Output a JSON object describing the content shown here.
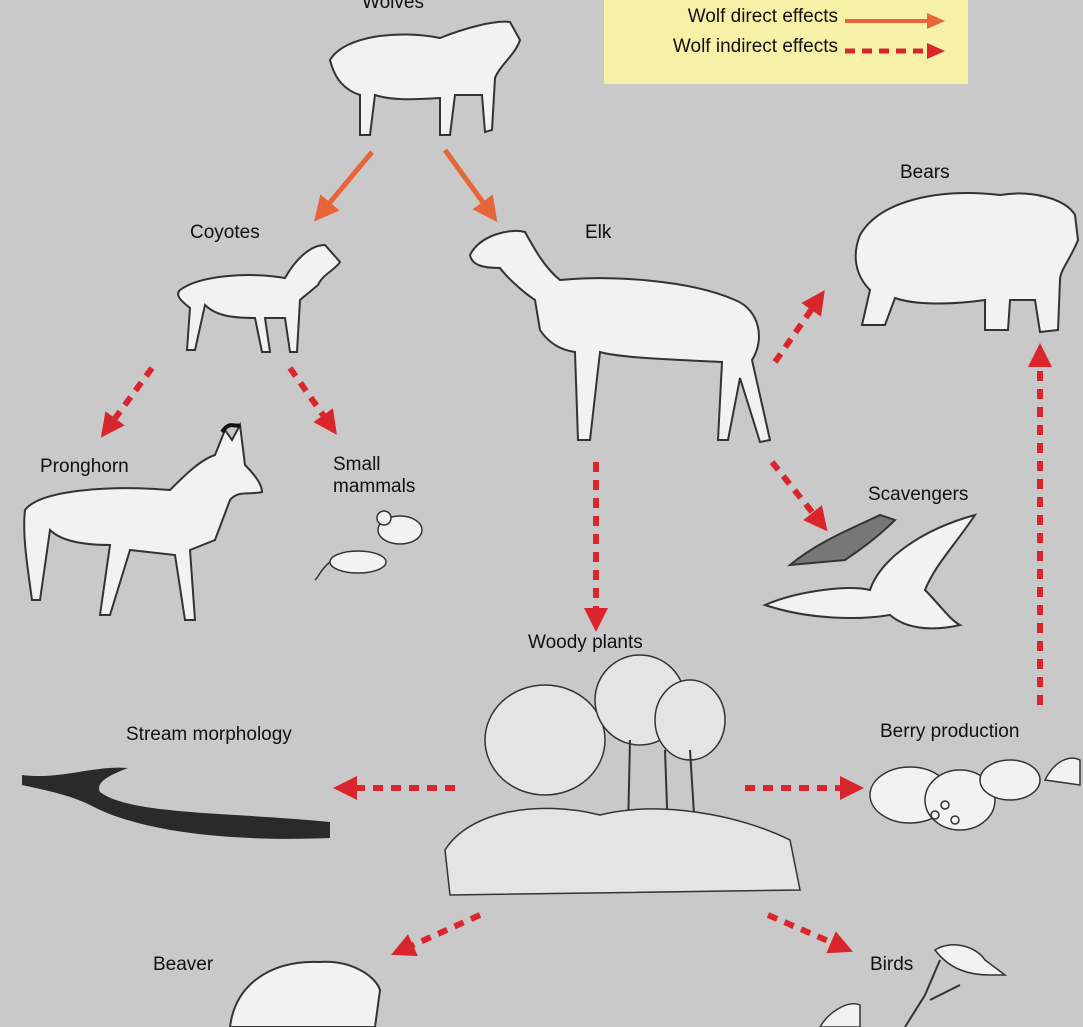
{
  "legend": {
    "direct_label": "Wolf direct effects",
    "indirect_label": "Wolf indirect effects",
    "direct_color": "#e8643a",
    "indirect_color": "#d8262c"
  },
  "nodes": {
    "wolves": "Wolves",
    "coyotes": "Coyotes",
    "elk": "Elk",
    "bears": "Bears",
    "pronghorn": "Pronghorn",
    "small_mammals_line1": "Small",
    "small_mammals_line2": "mammals",
    "scavengers": "Scavengers",
    "woody_plants": "Woody plants",
    "stream_morphology": "Stream morphology",
    "berry_production": "Berry production",
    "beaver": "Beaver",
    "birds": "Birds"
  },
  "edges": [
    {
      "from": "wolves",
      "to": "coyotes",
      "type": "direct"
    },
    {
      "from": "wolves",
      "to": "elk",
      "type": "direct"
    },
    {
      "from": "coyotes",
      "to": "pronghorn",
      "type": "indirect"
    },
    {
      "from": "coyotes",
      "to": "small_mammals",
      "type": "indirect"
    },
    {
      "from": "elk",
      "to": "bears",
      "type": "indirect"
    },
    {
      "from": "elk",
      "to": "scavengers",
      "type": "indirect"
    },
    {
      "from": "elk",
      "to": "woody_plants",
      "type": "indirect"
    },
    {
      "from": "woody_plants",
      "to": "stream_morphology",
      "type": "indirect"
    },
    {
      "from": "woody_plants",
      "to": "berry_production",
      "type": "indirect"
    },
    {
      "from": "woody_plants",
      "to": "beaver",
      "type": "indirect"
    },
    {
      "from": "woody_plants",
      "to": "birds",
      "type": "indirect"
    },
    {
      "from": "berry_production",
      "to": "bears",
      "type": "indirect"
    }
  ]
}
